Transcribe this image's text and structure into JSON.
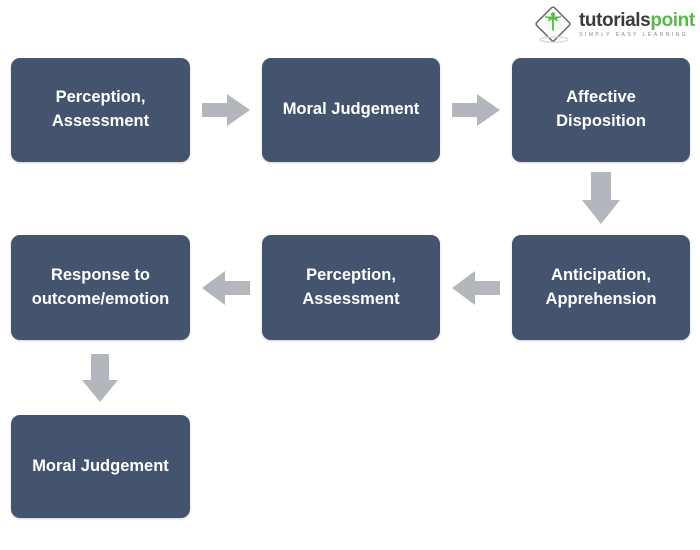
{
  "logo": {
    "name_part1": "tutorials",
    "name_part2": "point",
    "tagline": "SIMPLY EASY LEARNING",
    "mark_icon": "open-book-diamond-icon",
    "colors": {
      "dark": "#3b3b3b",
      "green": "#57b947"
    }
  },
  "diagram": {
    "colors": {
      "node_fill": "#45546e",
      "node_text": "#ffffff",
      "arrow_fill": "#b3b7bd",
      "background": "#ffffff"
    },
    "nodes": [
      {
        "id": "n1",
        "label": "Perception,\nAssessment"
      },
      {
        "id": "n2",
        "label": "Moral Judgement"
      },
      {
        "id": "n3",
        "label": "Affective\nDisposition"
      },
      {
        "id": "n4",
        "label": "Anticipation,\nApprehension"
      },
      {
        "id": "n5",
        "label": "Perception,\nAssessment"
      },
      {
        "id": "n6",
        "label": "Response to\noutcome/emotion"
      },
      {
        "id": "n7",
        "label": "Moral Judgement"
      }
    ],
    "arrows": [
      {
        "id": "a1",
        "direction": "right",
        "from": "n1",
        "to": "n2"
      },
      {
        "id": "a2",
        "direction": "right",
        "from": "n2",
        "to": "n3"
      },
      {
        "id": "a3",
        "direction": "down",
        "from": "n3",
        "to": "n4"
      },
      {
        "id": "a4",
        "direction": "left",
        "from": "n4",
        "to": "n5"
      },
      {
        "id": "a5",
        "direction": "left",
        "from": "n5",
        "to": "n6"
      },
      {
        "id": "a6",
        "direction": "down",
        "from": "n6",
        "to": "n7"
      }
    ]
  }
}
